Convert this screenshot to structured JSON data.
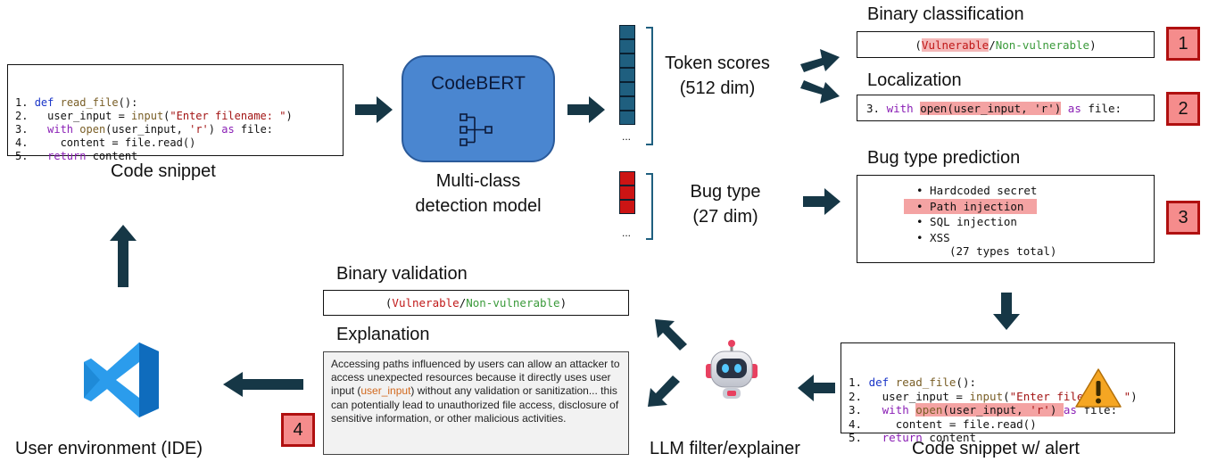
{
  "code_snippet": {
    "lines": [
      {
        "num": "1.",
        "indent": " ",
        "parts": [
          [
            "kw2",
            "def"
          ],
          [
            "plain",
            " "
          ],
          [
            "fn",
            "read_file"
          ],
          [
            "plain",
            "():"
          ]
        ]
      },
      {
        "num": "2.",
        "indent": "   ",
        "parts": [
          [
            "plain",
            "user_input = "
          ],
          [
            "fn",
            "input"
          ],
          [
            "plain",
            "("
          ],
          [
            "str",
            "\"Enter filename: \""
          ],
          [
            "plain",
            ")"
          ]
        ]
      },
      {
        "num": "3.",
        "indent": "   ",
        "parts": [
          [
            "kw",
            "with"
          ],
          [
            "plain",
            " "
          ],
          [
            "fn",
            "open"
          ],
          [
            "plain",
            "(user_input, "
          ],
          [
            "str",
            "'r'"
          ],
          [
            "plain",
            ") "
          ],
          [
            "kw",
            "as"
          ],
          [
            "plain",
            " file:"
          ]
        ]
      },
      {
        "num": "4.",
        "indent": "     ",
        "parts": [
          [
            "plain",
            "content = file.read()"
          ]
        ]
      },
      {
        "num": "5.",
        "indent": "   ",
        "parts": [
          [
            "kw",
            "return"
          ],
          [
            "plain",
            " content"
          ]
        ]
      }
    ],
    "caption": "Code snippet"
  },
  "model": {
    "name": "CodeBERT",
    "caption_line1": "Multi-class",
    "caption_line2": "detection model"
  },
  "token_scores": {
    "line1": "Token scores",
    "line2": "(512 dim)",
    "ellipsis": "..."
  },
  "bug_type": {
    "line1": "Bug type",
    "line2": "(27 dim)",
    "ellipsis": "..."
  },
  "binary_classification": {
    "title": "Binary classification",
    "open": "(",
    "vulnerable": "Vulnerable",
    "sep": "/",
    "non_vulnerable": "Non-vulnerable",
    "close": ")",
    "badge": "1"
  },
  "localization": {
    "title": "Localization",
    "prefix": "3. ",
    "kw_with": "with",
    "highlight": "open(user_input, 'r')",
    "kw_as": "as",
    "suffix": " file:",
    "badge": "2"
  },
  "bug_type_prediction": {
    "title": "Bug type prediction",
    "items": [
      "Hardcoded secret",
      "Path injection",
      "SQL injection",
      "XSS"
    ],
    "highlighted_index": 1,
    "total": "(27 types total)",
    "badge": "3"
  },
  "binary_validation": {
    "title": "Binary validation",
    "open": "(",
    "vulnerable": "Vulnerable",
    "sep": "/",
    "non_vulnerable": "Non-vulnerable",
    "close": ")"
  },
  "explanation": {
    "title": "Explanation",
    "text_before": "Accessing paths influenced by users can allow an attacker to access unexpected resources because it directly uses user input (",
    "highlight": "user_input",
    "text_after": ") without any validation or sanitization... this can potentially lead to unauthorized file access, disclosure of sensitive information, or other malicious activities.",
    "badge": "4"
  },
  "llm": {
    "caption": "LLM filter/explainer"
  },
  "alert_snippet": {
    "caption": "Code snippet w/ alert"
  },
  "ide": {
    "caption": "User environment (IDE)"
  },
  "colors": {
    "arrow": "#163746",
    "model_fill": "#4a86d0",
    "token_cell": "#1f5f7f",
    "bug_cell": "#cc1414",
    "badge_fill": "#f58c8c",
    "badge_border": "#b01010",
    "vscode_blue": "#1e8ad8"
  }
}
